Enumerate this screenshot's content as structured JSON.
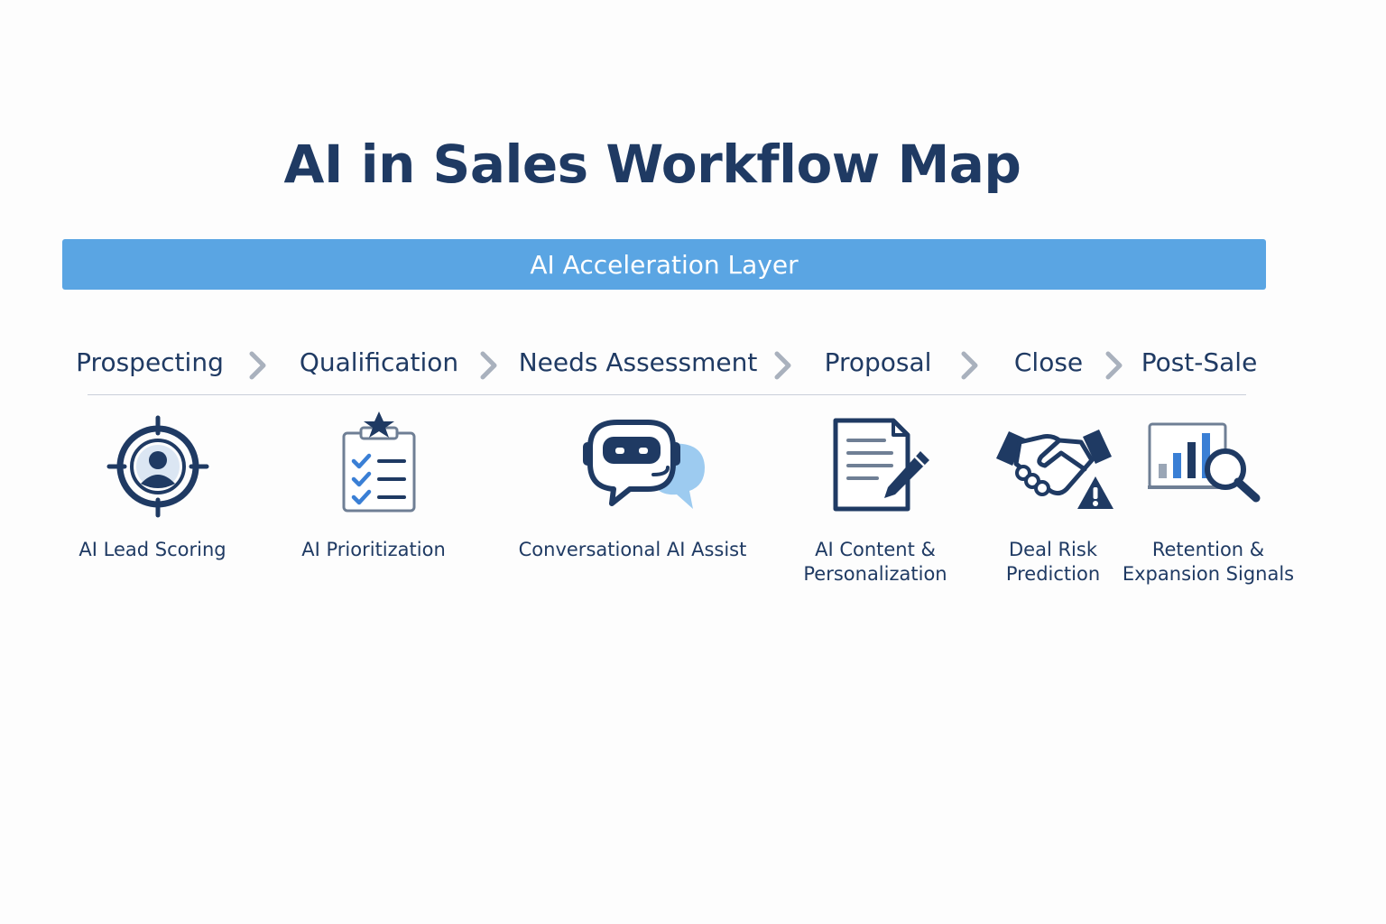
{
  "title": "AI in Sales Workflow Map",
  "layer": "AI Acceleration Layer",
  "stages": [
    {
      "name": "Prospecting",
      "icon": "target-person-icon",
      "label_line1": "AI Lead Scoring",
      "label_line2": ""
    },
    {
      "name": "Qualification",
      "icon": "checklist-star-icon",
      "label_line1": "AI Prioritization",
      "label_line2": ""
    },
    {
      "name": "Needs Assessment",
      "icon": "chatbot-speech-icon",
      "label_line1": "Conversational AI Assist",
      "label_line2": ""
    },
    {
      "name": "Proposal",
      "icon": "document-pencil-icon",
      "label_line1": "AI Content &",
      "label_line2": "Personalization"
    },
    {
      "name": "Close",
      "icon": "handshake-warning-icon",
      "label_line1": "Deal Risk",
      "label_line2": "Prediction"
    },
    {
      "name": "Post-Sale",
      "icon": "chart-magnifier-icon",
      "label_line1": "Retention &",
      "label_line2": "Expansion Signals"
    }
  ],
  "colors": {
    "title": "#1f3a63",
    "banner": "#5aa5e3",
    "chevron": "#a9b1bd",
    "icon_dark": "#1f3a63",
    "icon_light": "#9dcbf0",
    "icon_blue": "#3a7fd5"
  }
}
